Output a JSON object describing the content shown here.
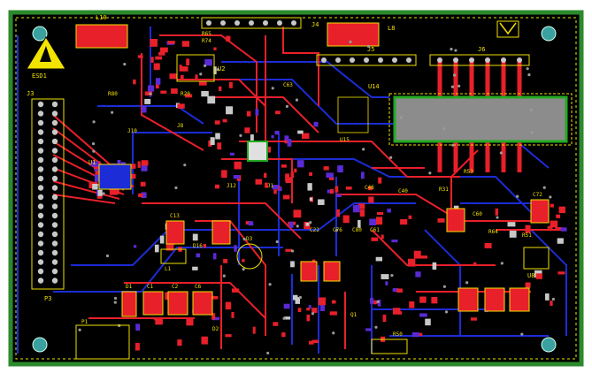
{
  "board": {
    "background": "#000000",
    "outline_color": "#2b8a2b",
    "keepout_color": "#e6e600",
    "top_copper_color": "#e8202a",
    "bottom_copper_color": "#1c2cd6",
    "silkscreen_color": "#f0e000",
    "pad_color": "#c8c8c8",
    "via_color": "#9a9a9a",
    "lcd_fill": "#8c8c8c",
    "lcd_border": "#22aa22",
    "mounting_hole_color": "#3aa0a0"
  },
  "labels": {
    "esd": "ESD1",
    "u1_top": "U1",
    "u2": "U2",
    "u14": "U14",
    "conn_left": "J3",
    "conn_left_bottom": "P3",
    "header_top": "J4",
    "header_mid": "J5",
    "header_right": "J6",
    "inductor_top": "L10",
    "inductor_mid": "L8",
    "l1": "L1",
    "j10": "J10",
    "j8": "J8",
    "j12": "J12",
    "j1": "J1",
    "d1": "D1",
    "d2": "D2",
    "d16": "D16",
    "d3": "D3",
    "c1": "C1",
    "c2": "C2",
    "c6": "C6",
    "c13": "C13",
    "c40": "C40",
    "c60": "C60",
    "c72": "C72",
    "c63": "C63",
    "r50": "R50",
    "r65": "R65",
    "r74": "R74",
    "r53": "R53",
    "r80": "R80",
    "r20": "R20",
    "u15": "U15",
    "u8": "U8",
    "p1": "P1",
    "q1": "Q1",
    "c22": "C22",
    "c80": "C80",
    "c61": "C61",
    "c76": "C76",
    "r51": "R51",
    "r64": "R64",
    "c46": "C46",
    "r31": "R31"
  }
}
